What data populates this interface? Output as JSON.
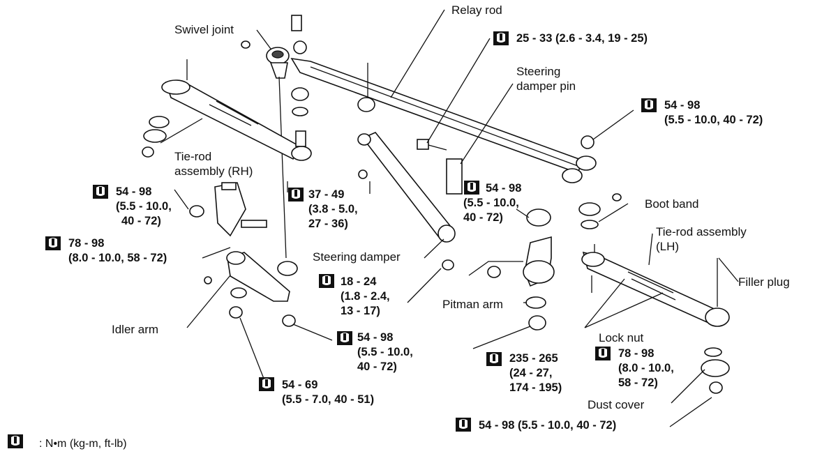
{
  "labels": {
    "relay_rod": "Relay rod",
    "swivel_joint": "Swivel joint",
    "steering_damper_pin_1": "Steering",
    "steering_damper_pin_2": "damper pin",
    "tie_rod_rh_1": "Tie-rod",
    "tie_rod_rh_2": "assembly (RH)",
    "steering_damper": "Steering damper",
    "boot_band": "Boot band",
    "tie_rod_lh_1": "Tie-rod assembly",
    "tie_rod_lh_2": "(LH)",
    "filler_plug": "Filler plug",
    "pitman_arm": "Pitman arm",
    "idler_arm": "Idler arm",
    "lock_nut": "Lock nut",
    "dust_cover": "Dust cover"
  },
  "torques": {
    "t1": "25 - 33 (2.6 - 3.4, 19 - 25)",
    "t2_1": "54 - 98",
    "t2_2": "(5.5 - 10.0, 40 - 72)",
    "t3_1": "54 - 98",
    "t3_2": "(5.5 - 10.0,",
    "t3_3": "40 - 72)",
    "t4_1": "37 - 49",
    "t4_2": "(3.8 - 5.0,",
    "t4_3": "27 - 36)",
    "t5_1": "54 - 98",
    "t5_2": "(5.5 - 10.0,",
    "t5_3": "40 - 72)",
    "t6_1": "78 - 98",
    "t6_2": "(8.0 - 10.0, 58 - 72)",
    "t7_1": "18 - 24",
    "t7_2": "(1.8 - 2.4,",
    "t7_3": "13 - 17)",
    "t8_1": "54 - 98",
    "t8_2": "(5.5 - 10.0,",
    "t8_3": "40 - 72)",
    "t9_1": "235 - 265",
    "t9_2": "(24 - 27,",
    "t9_3": "174 - 195)",
    "t10_1": "78 - 98",
    "t10_2": "(8.0 - 10.0,",
    "t10_3": "58 - 72)",
    "t11_1": "54 - 69",
    "t11_2": "(5.5 - 7.0, 40 - 51)",
    "t12": "54 - 98 (5.5 - 10.0, 40 - 72)"
  },
  "legend": {
    "text": ": N•m (kg-m, ft-lb)"
  }
}
